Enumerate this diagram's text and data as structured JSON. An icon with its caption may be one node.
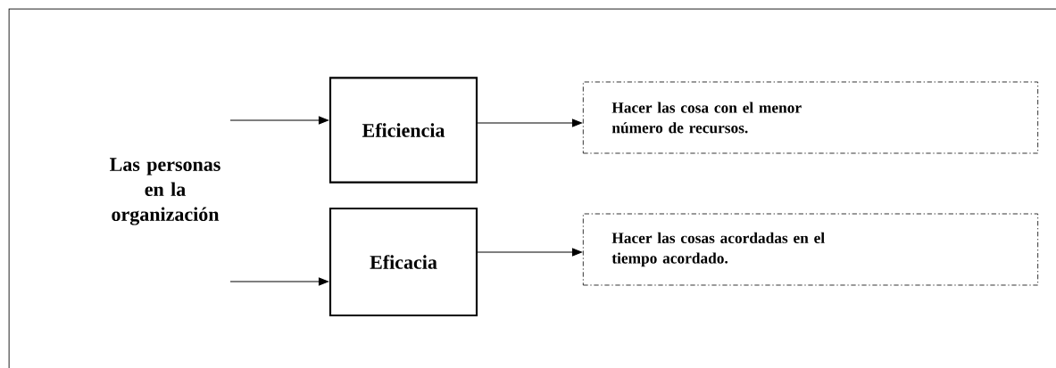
{
  "diagram": {
    "nodes": [
      {
        "text": [
          "Las personas en la organización"
        ]
      },
      {
        "text": [
          "Eficiencia"
        ]
      },
      {
        "text": [
          "Eficacia"
        ]
      },
      {
        "text": [
          "Hacer las cosa con el menor número de recursos."
        ]
      },
      {
        "text": [
          "Hacer las cosas acordadas en el tiempo acordado."
        ]
      }
    ],
    "edges": [
      {
        "from": null,
        "to": 1,
        "arrow": "to"
      },
      {
        "from": null,
        "to": 2,
        "arrow": "to"
      },
      {
        "from": 1,
        "to": 3,
        "arrow": "to"
      },
      {
        "from": 2,
        "to": 4,
        "arrow": "to"
      }
    ]
  }
}
